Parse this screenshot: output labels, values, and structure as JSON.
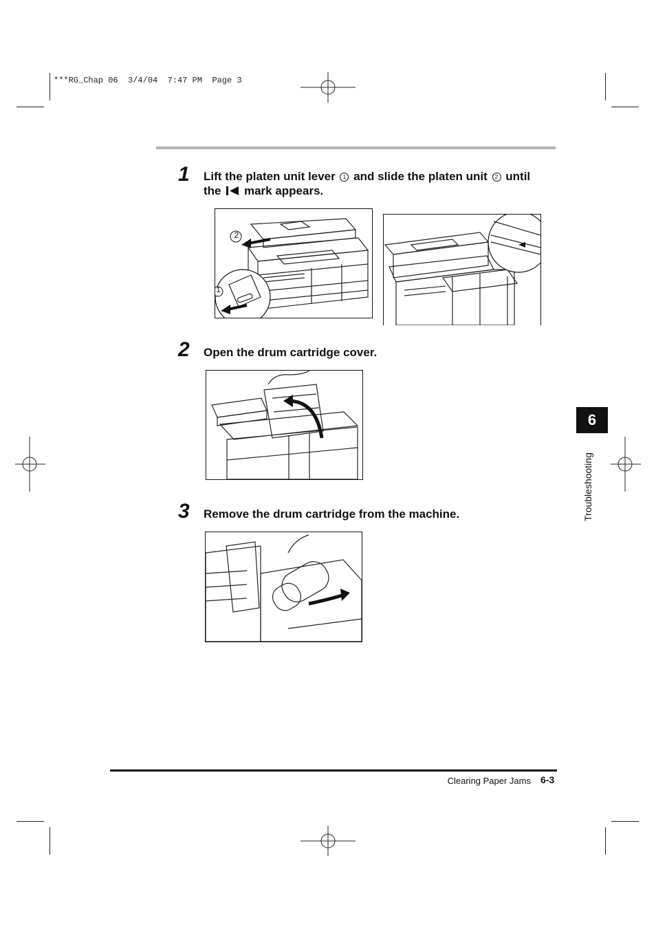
{
  "slug_line": "***RG_Chap 06  3/4/04  7:47 PM  Page 3",
  "steps": [
    {
      "number": "1",
      "text_part1": "Lift the platen unit lever",
      "marker1": "1",
      "text_part2": "and slide the platen unit",
      "marker2": "2",
      "text_part3": "until",
      "text_line2a": "the",
      "text_line2b": "mark appears."
    },
    {
      "number": "2",
      "text": "Open the drum cartridge cover."
    },
    {
      "number": "3",
      "text": "Remove the drum cartridge from the machine."
    }
  ],
  "figure1": {
    "callout_1": "1",
    "callout_2": "2"
  },
  "chapter_tab": {
    "number": "6",
    "label": "Troubleshooting"
  },
  "footer": {
    "section_title": "Clearing Paper Jams",
    "page_number": "6-3"
  }
}
